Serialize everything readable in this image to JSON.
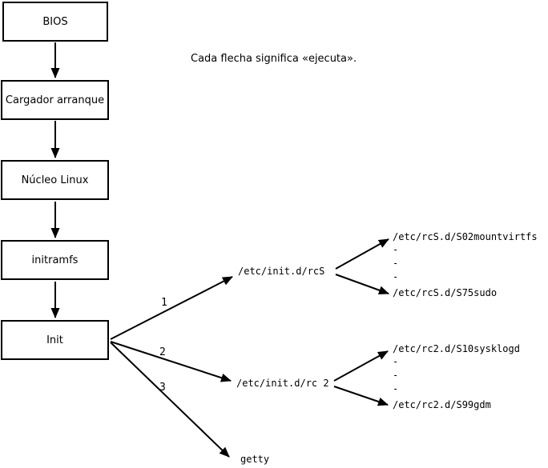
{
  "diagram": {
    "note": "Cada flecha significa «ejecuta».",
    "boxes": [
      {
        "label": "BIOS"
      },
      {
        "label": "Cargador arranque"
      },
      {
        "label": "Núcleo Linux"
      },
      {
        "label": "initramfs"
      },
      {
        "label": "Init"
      }
    ],
    "branches": [
      {
        "number": "1",
        "target": "/etc/init.d/rcS"
      },
      {
        "number": "2",
        "target": "/etc/init.d/rc 2"
      },
      {
        "number": "3",
        "target": "getty"
      }
    ],
    "rcS_scripts": {
      "first": "/etc/rcS.d/S02mountvirtfs",
      "ellipsis": [
        "-",
        "-",
        "-"
      ],
      "last": "/etc/rcS.d/S75sudo"
    },
    "rc2_scripts": {
      "first": "/etc/rc2.d/S10sysklogd",
      "ellipsis": [
        "-",
        "-",
        "-"
      ],
      "last": "/etc/rc2.d/S99gdm"
    },
    "colors": {
      "background": "#ffffff",
      "line": "#000000",
      "text": "#000000"
    }
  }
}
